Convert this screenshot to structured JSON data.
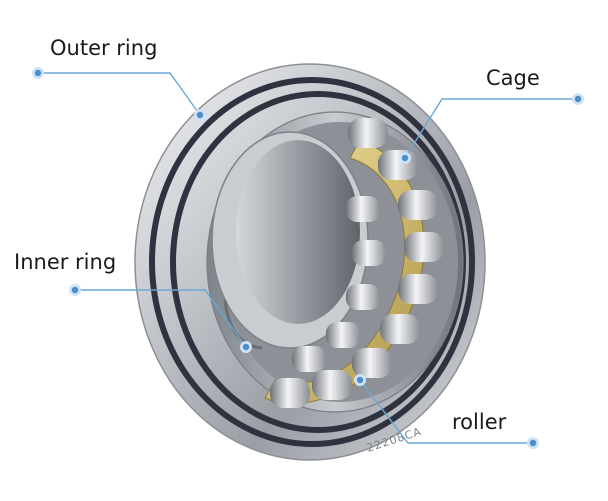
{
  "labels": {
    "outer_ring": "Outer ring",
    "cage": "Cage",
    "inner_ring": "Inner ring",
    "roller": "roller"
  },
  "engraving": "22208CA",
  "colors": {
    "leader_line": "#6aa8d6",
    "dot": "#4a8fca",
    "dot_glow": "#cfe3f5",
    "cage_brass": "#d6c07a",
    "steel": "#b9bcc2",
    "groove": "#2f3340"
  }
}
